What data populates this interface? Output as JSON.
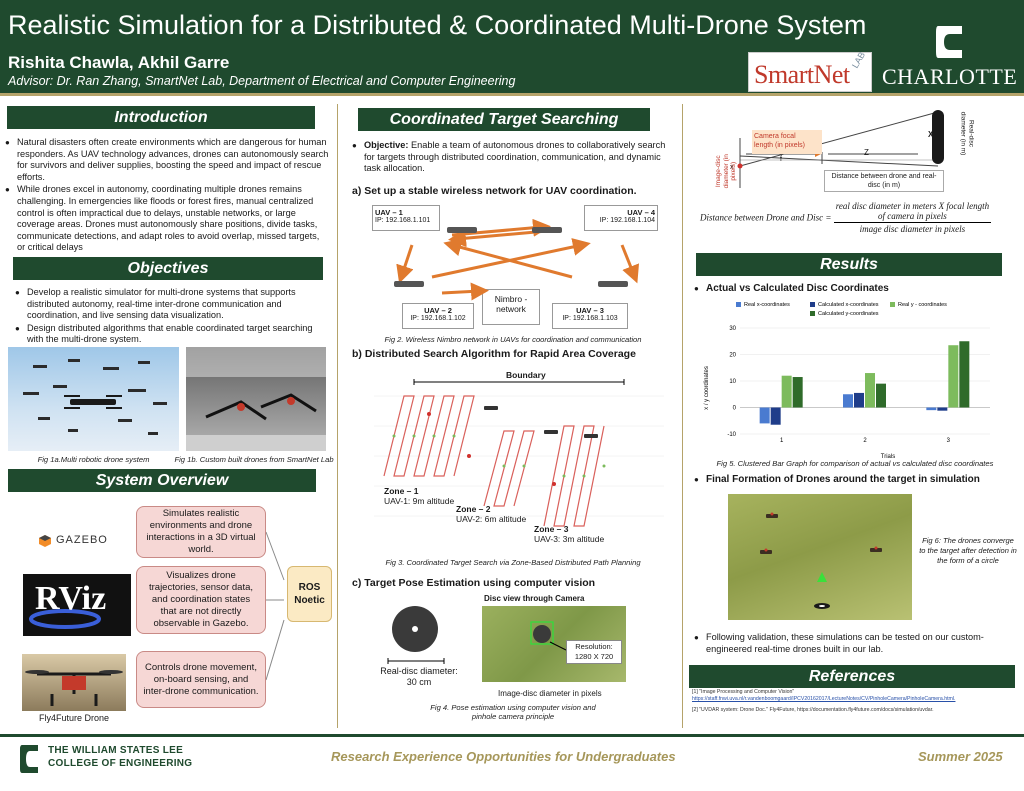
{
  "header": {
    "title": "Realistic Simulation for a Distributed & Coordinated Multi-Drone System",
    "authors": "Rishita Chawla, Akhil Garre",
    "advisor": "Advisor: Dr. Ran Zhang, SmartNet Lab, Department of Electrical and Computer Engineering",
    "smartnet_logo": "SmartNet",
    "smartnet_lab": "LAB",
    "university": "CHARLOTTE"
  },
  "introduction": {
    "heading": "Introduction",
    "bullets": [
      "Natural disasters often create environments which are dangerous for human responders. As UAV technology advances, drones can autonomously search for survivors and deliver supplies, boosting the speed and impact of rescue efforts.",
      "While drones excel in autonomy, coordinating multiple drones remains challenging. In emergencies like floods or forest fires, manual centralized control is often impractical due to delays, unstable networks, or large coverage areas. Drones must autonomously share positions, divide tasks, communicate detections, and adapt roles to avoid overlap, missed targets, or critical delays"
    ]
  },
  "objectives": {
    "heading": "Objectives",
    "bullets": [
      "Develop a realistic simulator for multi-drone systems that supports distributed autonomy, real-time inter-drone communication and coordination, and live sensing data visualization.",
      "Design distributed algorithms that enable coordinated target searching with the multi-drone system."
    ],
    "fig1a": "Fig 1a.Multi robotic drone system",
    "fig1b": "Fig 1b. Custom built drones from SmartNet Lab"
  },
  "system_overview": {
    "heading": "System Overview",
    "gazebo_label": "GAZEBO",
    "rviz_label": "RViz",
    "drone_caption": "Fly4Future Drone",
    "boxes": [
      "Simulates realistic environments and drone interactions in a 3D virtual world.",
      "Visualizes drone trajectories, sensor data, and coordination states that are not directly observable in Gazebo.",
      "Controls drone movement, on-board sensing, and inter-drone communication."
    ],
    "ros_line1": "ROS",
    "ros_line2": "Noetic"
  },
  "coordinated": {
    "heading": "Coordinated Target Searching",
    "objective_label": "Objective:",
    "objective_text": " Enable a team of autonomous drones to collaboratively search for targets through distributed coordination, communication, and dynamic task allocation.",
    "sub_a": "a)  Set up a stable wireless network for UAV coordination.",
    "uavs": [
      {
        "name": "UAV – 1",
        "ip": "IP: 192.168.1.101"
      },
      {
        "name": "UAV – 4",
        "ip": "IP: 192.168.1.104"
      },
      {
        "name": "UAV – 2",
        "ip": "IP: 192.168.1.102"
      },
      {
        "name": "UAV – 3",
        "ip": "IP: 192.168.1.103"
      }
    ],
    "network_line1": "Nimbro -",
    "network_line2": "network",
    "fig2": "Fig 2. Wireless Nimbro network in UAVs for coordination and communication",
    "sub_b": "b)  Distributed Search Algorithm for Rapid Area Coverage",
    "boundary": "Boundary",
    "zones": [
      {
        "name": "Zone – 1",
        "alt": "UAV-1: 9m altitude"
      },
      {
        "name": "Zone – 2",
        "alt": "UAV-2: 6m altitude"
      },
      {
        "name": "Zone – 3",
        "alt": "UAV-3: 3m altitude"
      }
    ],
    "fig3": "Fig 3. Coordinated Target Search via Zone-Based Distributed Path Planning",
    "sub_c": "c)  Target Pose Estimation using computer vision",
    "disc_view": "Disc view through Camera",
    "resolution_label": "Resolution:",
    "resolution_value": "1280 X 720",
    "real_disc_label": "Real-disc diameter:",
    "real_disc_value": "30 cm",
    "image_disc_label": "Image-disc diameter in pixels",
    "fig4_line1": "Fig 4. Pose estimation using computer vision and",
    "fig4_line2": "pinhole camera principle"
  },
  "pinhole": {
    "focal_label_1": "Camera focal",
    "focal_label_2": "length (in pixels)",
    "f": "f",
    "z": "Z",
    "x_big": "X",
    "x_small": "x",
    "image_axis_1": "Image-disc",
    "image_axis_2": "diameter (in",
    "image_axis_3": "pixels)",
    "real_axis_1": "Real-disc",
    "real_axis_2": "diameter (in m)",
    "distance_label_1": "Distance between drone and real-",
    "distance_label_2": "disc (in m)",
    "formula_lhs": "Distance between Drone and Disc =",
    "formula_num_1": "real disc diameter in meters X focal length",
    "formula_num_2": "of camera in pixels",
    "formula_den": "image disc diameter in pixels"
  },
  "results": {
    "heading": "Results",
    "sub1": "Actual vs Calculated Disc Coordinates",
    "fig5": "Fig 5. Clustered Bar Graph for comparison of actual vs calculated disc coordinates",
    "sub2": "Final Formation of Drones around the target in simulation",
    "fig6": "Fig 6: The drones converge to the target after detection in the form of a circle",
    "validation": "Following validation, these simulations can be tested on our custom-engineered real-time drones built in our lab."
  },
  "chart_data": {
    "type": "bar",
    "categories": [
      "1",
      "2",
      "3"
    ],
    "series": [
      {
        "name": "Real x-coordinates",
        "values": [
          -6,
          5,
          -1
        ],
        "color": "#4a7bd0"
      },
      {
        "name": "Calculated x-coordinates",
        "values": [
          -6.5,
          5.5,
          -1.2
        ],
        "color": "#1f3d8a"
      },
      {
        "name": "Real y - coordinates",
        "values": [
          12,
          13,
          23.5
        ],
        "color": "#7dbb5d"
      },
      {
        "name": "Calculated y-coordinates",
        "values": [
          11.5,
          9,
          25
        ],
        "color": "#2f6b2a"
      }
    ],
    "xlabel": "Trials",
    "ylabel": "x / y coordinates",
    "ylim": [
      -10,
      30
    ],
    "yticks": [
      "-10",
      "0",
      "10",
      "20",
      "30"
    ],
    "grid": true,
    "legend": "top"
  },
  "references": {
    "heading": "References",
    "ref1_text": "[1] \"Image Processing and Computer Vision\"",
    "ref1_link": "https://staff.fnwi.uva.nl/r.vandenboomgaard/IPCV20162017/LectureNotes/CV/PinholeCamera/PinholeCamera.html.",
    "ref2": "[2] \"UVDAR system: Drone Doc.\" Fly4Future, https://documentation.fly4future.com/docs/simulation/uvdar."
  },
  "footer": {
    "college_line1": "THE WILLIAM STATES LEE",
    "college_line2": "COLLEGE OF ENGINEERING",
    "center": "Research Experience Opportunities for Undergraduates",
    "right": "Summer 2025"
  }
}
